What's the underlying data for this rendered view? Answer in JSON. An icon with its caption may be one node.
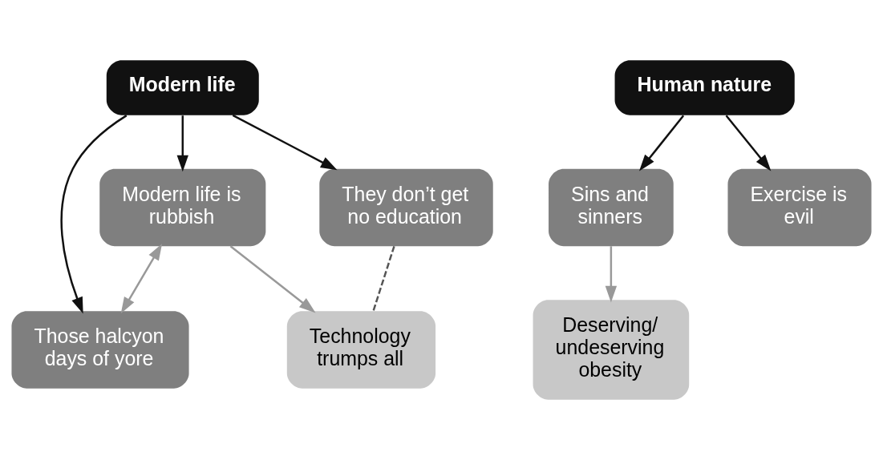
{
  "diagram": {
    "nodes": [
      {
        "text": [
          "Modern life"
        ]
      },
      {
        "text": [
          "Those halcyon days of yore"
        ]
      },
      {
        "text": [
          "Deserving/ undeserving obesity"
        ]
      },
      {
        "text": [
          "They don’t get no education"
        ]
      },
      {
        "text": [
          "Modern life is rubbish"
        ]
      },
      {
        "text": [
          "Sins and sinners"
        ]
      },
      {
        "text": [
          "Technology trumps all"
        ]
      },
      {
        "text": [
          "Human nature"
        ]
      },
      {
        "text": [
          "Exercise is evil"
        ]
      }
    ],
    "edges": [
      {
        "from": 0,
        "to": 1,
        "arrow": "to"
      },
      {
        "from": 0,
        "to": 3,
        "arrow": "to"
      },
      {
        "from": 0,
        "to": 4,
        "arrow": "to"
      },
      {
        "from": 4,
        "to": 1,
        "arrow": "both",
        "color": "#999999"
      },
      {
        "from": 5,
        "to": 2,
        "arrow": "to",
        "color": "#999999"
      },
      {
        "from": 7,
        "to": 5,
        "arrow": "to"
      },
      {
        "from": 7,
        "to": 8,
        "arrow": "to"
      },
      {
        "from": 4,
        "to": 6,
        "arrow": "to",
        "color": "#999999"
      },
      {
        "from": 3,
        "to": 6,
        "arrow": "none",
        "style": "dashed",
        "color": "#555555"
      }
    ]
  }
}
